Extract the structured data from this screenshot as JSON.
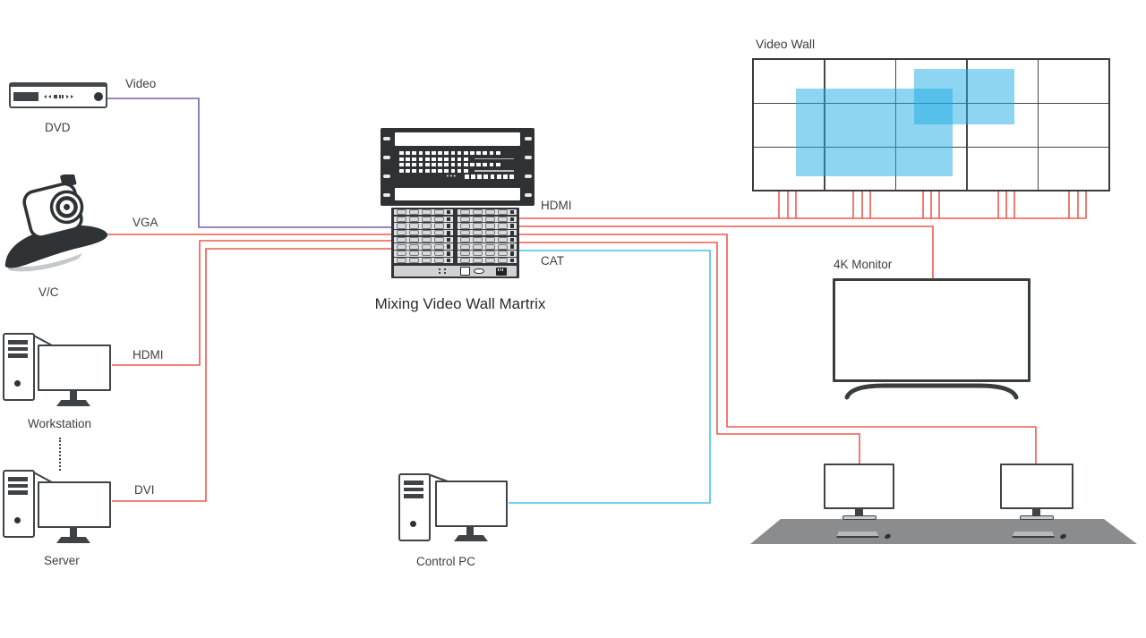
{
  "diagram": {
    "type": "av-system-connection-diagram",
    "matrix": {
      "label": "Mixing Video Wall Martrix"
    },
    "nodes": {
      "dvd": {
        "label": "DVD"
      },
      "camera": {
        "label": "V/C"
      },
      "workstation": {
        "label": "Workstation"
      },
      "server": {
        "label": "Server"
      },
      "control_pc": {
        "label": "Control PC"
      },
      "video_wall": {
        "label": "Video Wall"
      },
      "monitor_4k": {
        "label": "4K Monitor"
      }
    },
    "cables": {
      "video": {
        "label": "Video"
      },
      "vga": {
        "label": "VGA"
      },
      "hdmi_in": {
        "label": "HDMI"
      },
      "dvi": {
        "label": "DVI"
      },
      "hdmi_out": {
        "label": "HDMI"
      },
      "cat": {
        "label": "CAT"
      }
    },
    "colors": {
      "video_cable": "#7b5ea7",
      "av_cable": "#ee5a4f",
      "cat_cable": "#45c1e8",
      "wall_highlight": "rgba(29,171,227,0.5)",
      "device_dark": "#2e3235",
      "table_gray": "#8a8c8e"
    }
  }
}
